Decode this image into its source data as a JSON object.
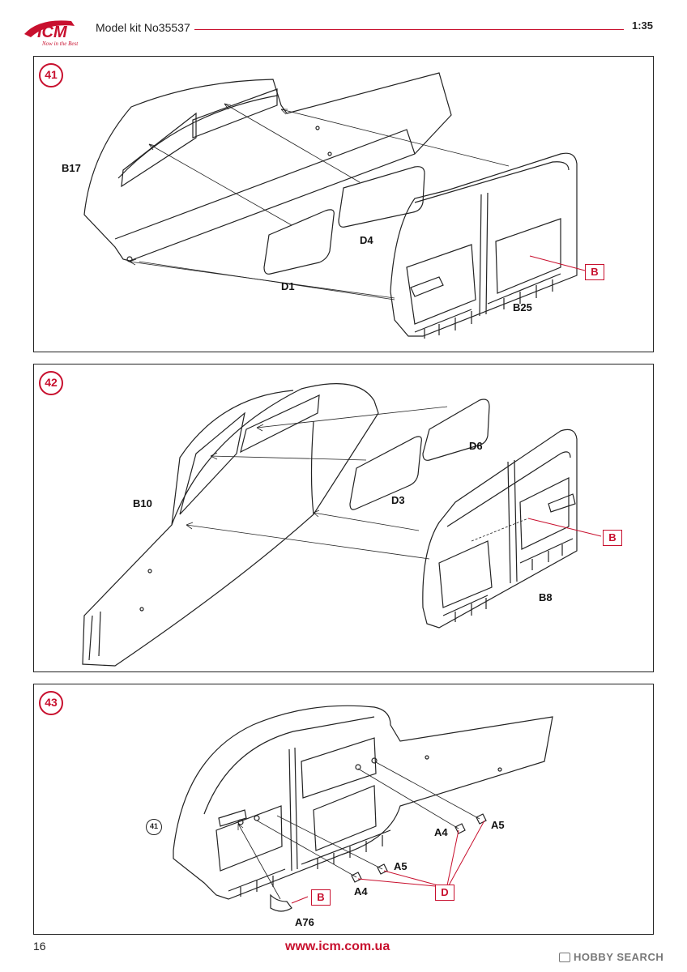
{
  "header": {
    "brand_tagline": "Now in the Best",
    "kit_label": "Model kit No35537",
    "scale": "1:35"
  },
  "colors": {
    "accent": "#c8102e",
    "line": "#222222"
  },
  "steps": [
    {
      "number": "41",
      "labels": {
        "b17": "B17",
        "d4": "D4",
        "d1": "D1",
        "b25": "B25"
      },
      "ref_box": "B"
    },
    {
      "number": "42",
      "labels": {
        "b10": "B10",
        "d6": "D6",
        "d3": "D3",
        "b8": "B8"
      },
      "ref_box": "B"
    },
    {
      "number": "43",
      "ref_step": "41",
      "labels": {
        "a4_right": "A4",
        "a5_right": "A5",
        "a5_center": "A5",
        "a4_center": "A4",
        "a76": "A76"
      },
      "ref_box_b": "B",
      "ref_box_d": "D"
    }
  ],
  "footer": {
    "page_number": "16",
    "url": "www.icm.com.ua",
    "watermark": "HOBBY SEARCH"
  }
}
